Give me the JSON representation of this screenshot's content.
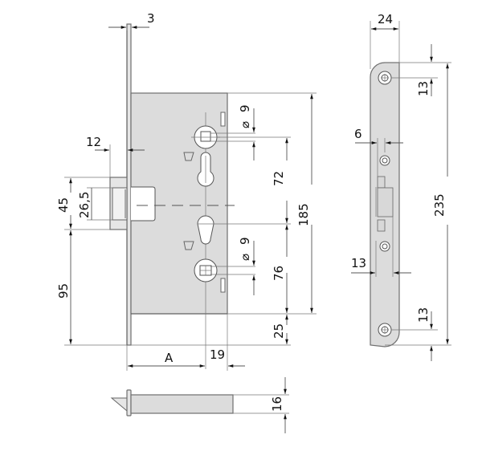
{
  "drawing": {
    "title": "Mortise lock technical drawing",
    "colors": {
      "body_fill": "#dcdcdc",
      "line": "#555555",
      "background": "#ffffff"
    },
    "front_view": {
      "dimensions": {
        "faceplate_thickness": "3",
        "latch_projection": "12",
        "faceplate_height": "45",
        "latch_height": "26,5",
        "bottom_to_latch": "95",
        "square_diameter_top": "9",
        "square_diameter_bottom": "9",
        "top_square_to_cylinder": "72",
        "cylinder_to_bottom_square": "76",
        "case_height": "185",
        "bottom_square_to_case_bottom": "25",
        "backset": "A",
        "cylinder_offset": "19"
      }
    },
    "faceplate_view": {
      "dimensions": {
        "width": "24",
        "top_hole_offset": "13",
        "strike_offset_top": "6",
        "strike_offset_bottom": "13",
        "bottom_hole_offset": "13",
        "overall_length": "235"
      }
    },
    "bottom_view": {
      "dimensions": {
        "case_depth": "16"
      }
    }
  }
}
